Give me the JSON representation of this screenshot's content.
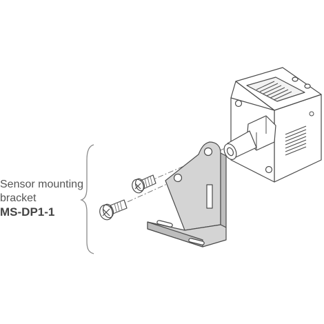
{
  "callout": {
    "line1": "Sensor mounting",
    "line2": "bracket",
    "model": "MS-DP1-1"
  },
  "colors": {
    "outline": "#4a4a4a",
    "bracket_fill": "#d4d4d4",
    "body_fill": "#ffffff",
    "shade": "#cfcfcf"
  },
  "icons": [
    "phillips-screw-icon",
    "curly-brace-icon"
  ]
}
